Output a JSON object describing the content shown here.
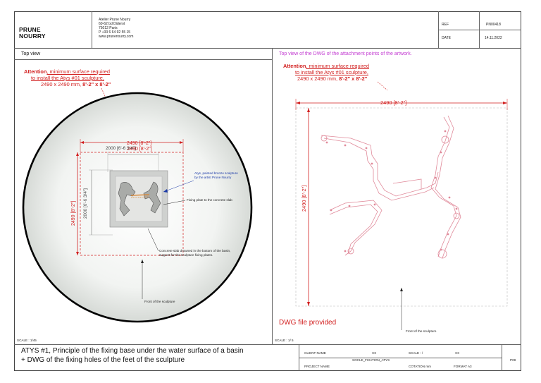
{
  "header": {
    "brand_line1": "PRUNE",
    "brand_line2": "NOURRY",
    "address_lines": [
      "Atelier Prune Nourry",
      "60-62 bd Diderot",
      "75012 Paris",
      "P +33 6 64 92 55 15",
      "www.prunenourry.com"
    ],
    "ref_label": "REF",
    "ref_value": "PN00418",
    "date_label": "DATE",
    "date_value": "14.11.2022"
  },
  "left_panel": {
    "title": "Top view",
    "warning_bold": "Attention",
    "warning_line1": ", minimum surface required",
    "warning_line2": "to install the Atys #01 sculpture,",
    "warning_line3_a": "2490 x 2490 mm, ",
    "warning_line3_b": "8'-2\" x 8'-2\"",
    "dim_outer_h": "2490 [8'-2\"]",
    "dim_outer_v": "2490 [8'-2\"]",
    "dim_inner_h": "2000 [6'-6 3/4\"]",
    "dim_inner_v": "2000 [6'-6 3/4\"]",
    "callout_atys": [
      "Atys, painted bronze sculpture",
      "by the artist Prune Nourry"
    ],
    "callout_plate": "Fixing plate to the concrete slab",
    "callout_slab": [
      "Concrete slab drowned in the bottom of the basin,",
      "support for the sculpture fixing plates."
    ],
    "callout_front": "Front of the sculpture",
    "scale": "SCALE : 1/45"
  },
  "right_panel": {
    "title": "Top view of the DWG of the attachment points of the artwork.",
    "warning_bold": "Attention",
    "warning_line1": ", minimum surface required",
    "warning_line2": "to install the Atys #01 sculpture,",
    "warning_line3_a": "2490 x 2490 mm, ",
    "warning_line3_b": "8'-2\" x 8'-2\"",
    "dim_h": "2490 [8'-2\"]",
    "dim_v": "2490 [8'-2\"]",
    "dwg_provided": "DWG file provided",
    "callout_front": "Front of the sculpture",
    "scale": "SCALE : 1/ 5"
  },
  "footer": {
    "caption_line1": "ATYS #1, Principle of the fixing base under the water surface of a basin",
    "caption_line2": "+ DWG of the fixing holes of the feet of the sculpture",
    "client_label": "CLIENT NAME",
    "client_value": "XX",
    "scale_label": "SCALE : /",
    "scale_value": "XX",
    "project_label": "PROJECT NAME",
    "project_value": "SOCLE_FIXATION_ATYS",
    "cotation": "COTATION mm",
    "format": "FORMAT A3",
    "page": "P08"
  },
  "colors": {
    "dimension_red": "#d21f1f",
    "dwg_magenta": "#c23ad1",
    "dwg_line": "#e08a9a"
  }
}
